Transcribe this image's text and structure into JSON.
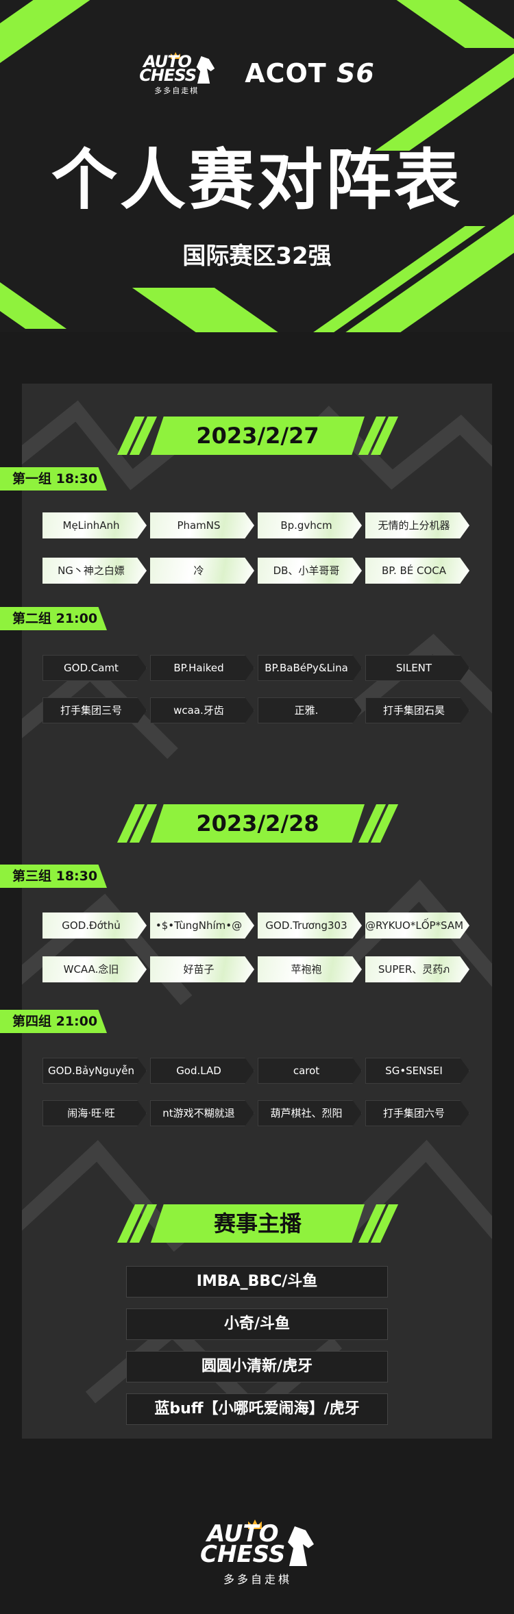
{
  "header": {
    "logo_top": "AUTO",
    "logo_bottom": "CHESS",
    "logo_sub": "多多自走棋",
    "event_prefix": "ACOT ",
    "event_season": "S6",
    "title": "个人赛对阵表",
    "subtitle": "国际赛区32强"
  },
  "colors": {
    "accent": "#8ff23d",
    "background": "#1b1b1b",
    "panel": "#2d2d2d",
    "pill_dark": "#232323"
  },
  "day1": {
    "date": "2023/2/27",
    "group1": {
      "label": "第一组 18:30",
      "row1": [
        "MẹLinhAnh",
        "PhamNS",
        "Bp.gvhcm",
        "无情的上分机器"
      ],
      "row2": [
        "NG丶神之白嫖",
        "冷",
        "DB、小羊哥哥",
        "BP. BÉ COCA"
      ]
    },
    "group2": {
      "label": "第二组 21:00",
      "row1": [
        "GOD.Camt",
        "BP.Haiked",
        "BP.BaBéPy&Lina",
        "SILENT"
      ],
      "row2": [
        "打手集团三号",
        "wcaa.牙齿",
        "正雅.",
        "打手集团石昊"
      ]
    }
  },
  "day2": {
    "date": "2023/2/28",
    "group3": {
      "label": "第三组 18:30",
      "row1": [
        "GOD.Đớthủ",
        "•$•TùngNhím•@",
        "GOD.Trương303",
        "@RYKUO*LỐP*SAM"
      ],
      "row2": [
        "WCAA.念旧",
        "好苗子",
        "苹袍袍",
        "SUPER、灵药ภ"
      ]
    },
    "group4": {
      "label": "第四组 21:00",
      "row1": [
        "GOD.BảyNguyễn",
        "God.LAD",
        "carot",
        "SG•SENSEI"
      ],
      "row2": [
        "闹海·旺·旺",
        "nt游戏不糊就退",
        "葫芦棋社、烈阳",
        "打手集团六号"
      ]
    }
  },
  "casters": {
    "title": "赛事主播",
    "list": [
      "IMBA_BBC/斗鱼",
      "小奇/斗鱼",
      "圆圆小清新/虎牙",
      "蓝buff【小哪吒爱闹海】/虎牙"
    ]
  },
  "footer": {
    "logo_top": "AUTO",
    "logo_bottom": "CHESS",
    "logo_sub": "多多自走棋"
  }
}
